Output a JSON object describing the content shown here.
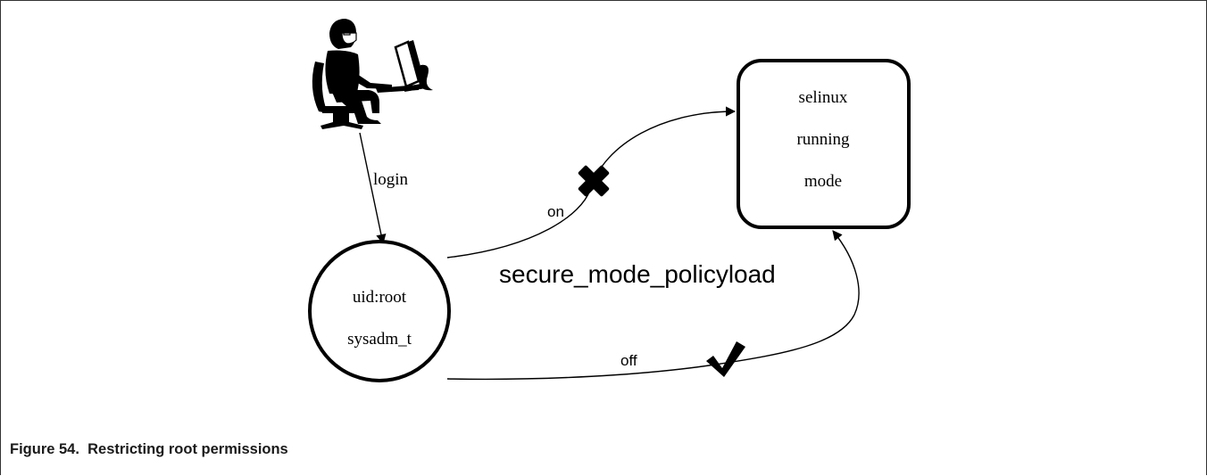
{
  "diagram": {
    "user_label": "login",
    "process_node": {
      "line1": "uid:root",
      "line2": "sysadm_t"
    },
    "mode_node": {
      "line1": "selinux",
      "line2": "running",
      "line3": "mode"
    },
    "policy_label": "secure_mode_policyload",
    "on_label": "on",
    "off_label": "off",
    "on_marker_icon": "cross-icon",
    "off_marker_icon": "checkmark-icon"
  },
  "caption": "Figure 54.  Restricting root permissions"
}
